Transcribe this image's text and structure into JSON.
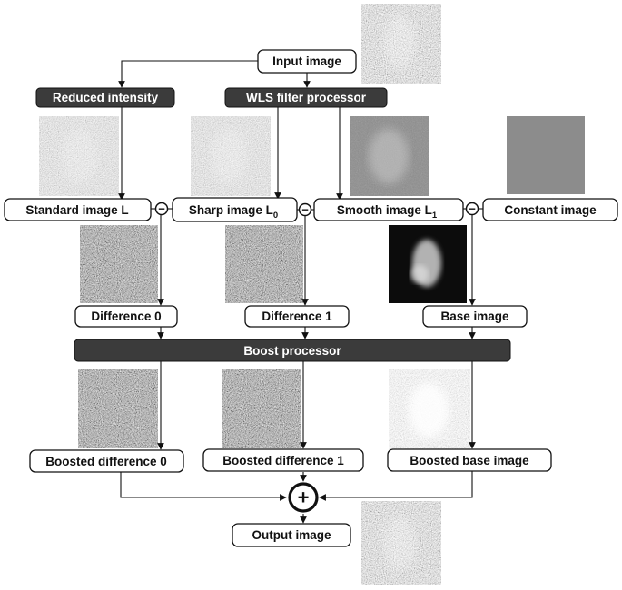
{
  "nodes": {
    "input_image": "Input image",
    "reduced_intensity": "Reduced intensity",
    "wls_filter_processor": "WLS filter processor",
    "standard_image": "Standard image L",
    "sharp_image": "Sharp image L",
    "sharp_image_sub": "0",
    "smooth_image": "Smooth image L",
    "smooth_image_sub": "1",
    "constant_image": "Constant image",
    "difference_0": "Difference 0",
    "difference_1": "Difference 1",
    "base_image": "Base image",
    "boost_processor": "Boost processor",
    "boosted_difference_0": "Boosted difference 0",
    "boosted_difference_1": "Boosted difference 1",
    "boosted_base_image": "Boosted base image",
    "output_image": "Output image"
  },
  "operators": {
    "minus": "−",
    "plus": "+"
  },
  "colors": {
    "dark_box": "#3b3b3b",
    "line": "#111111"
  }
}
